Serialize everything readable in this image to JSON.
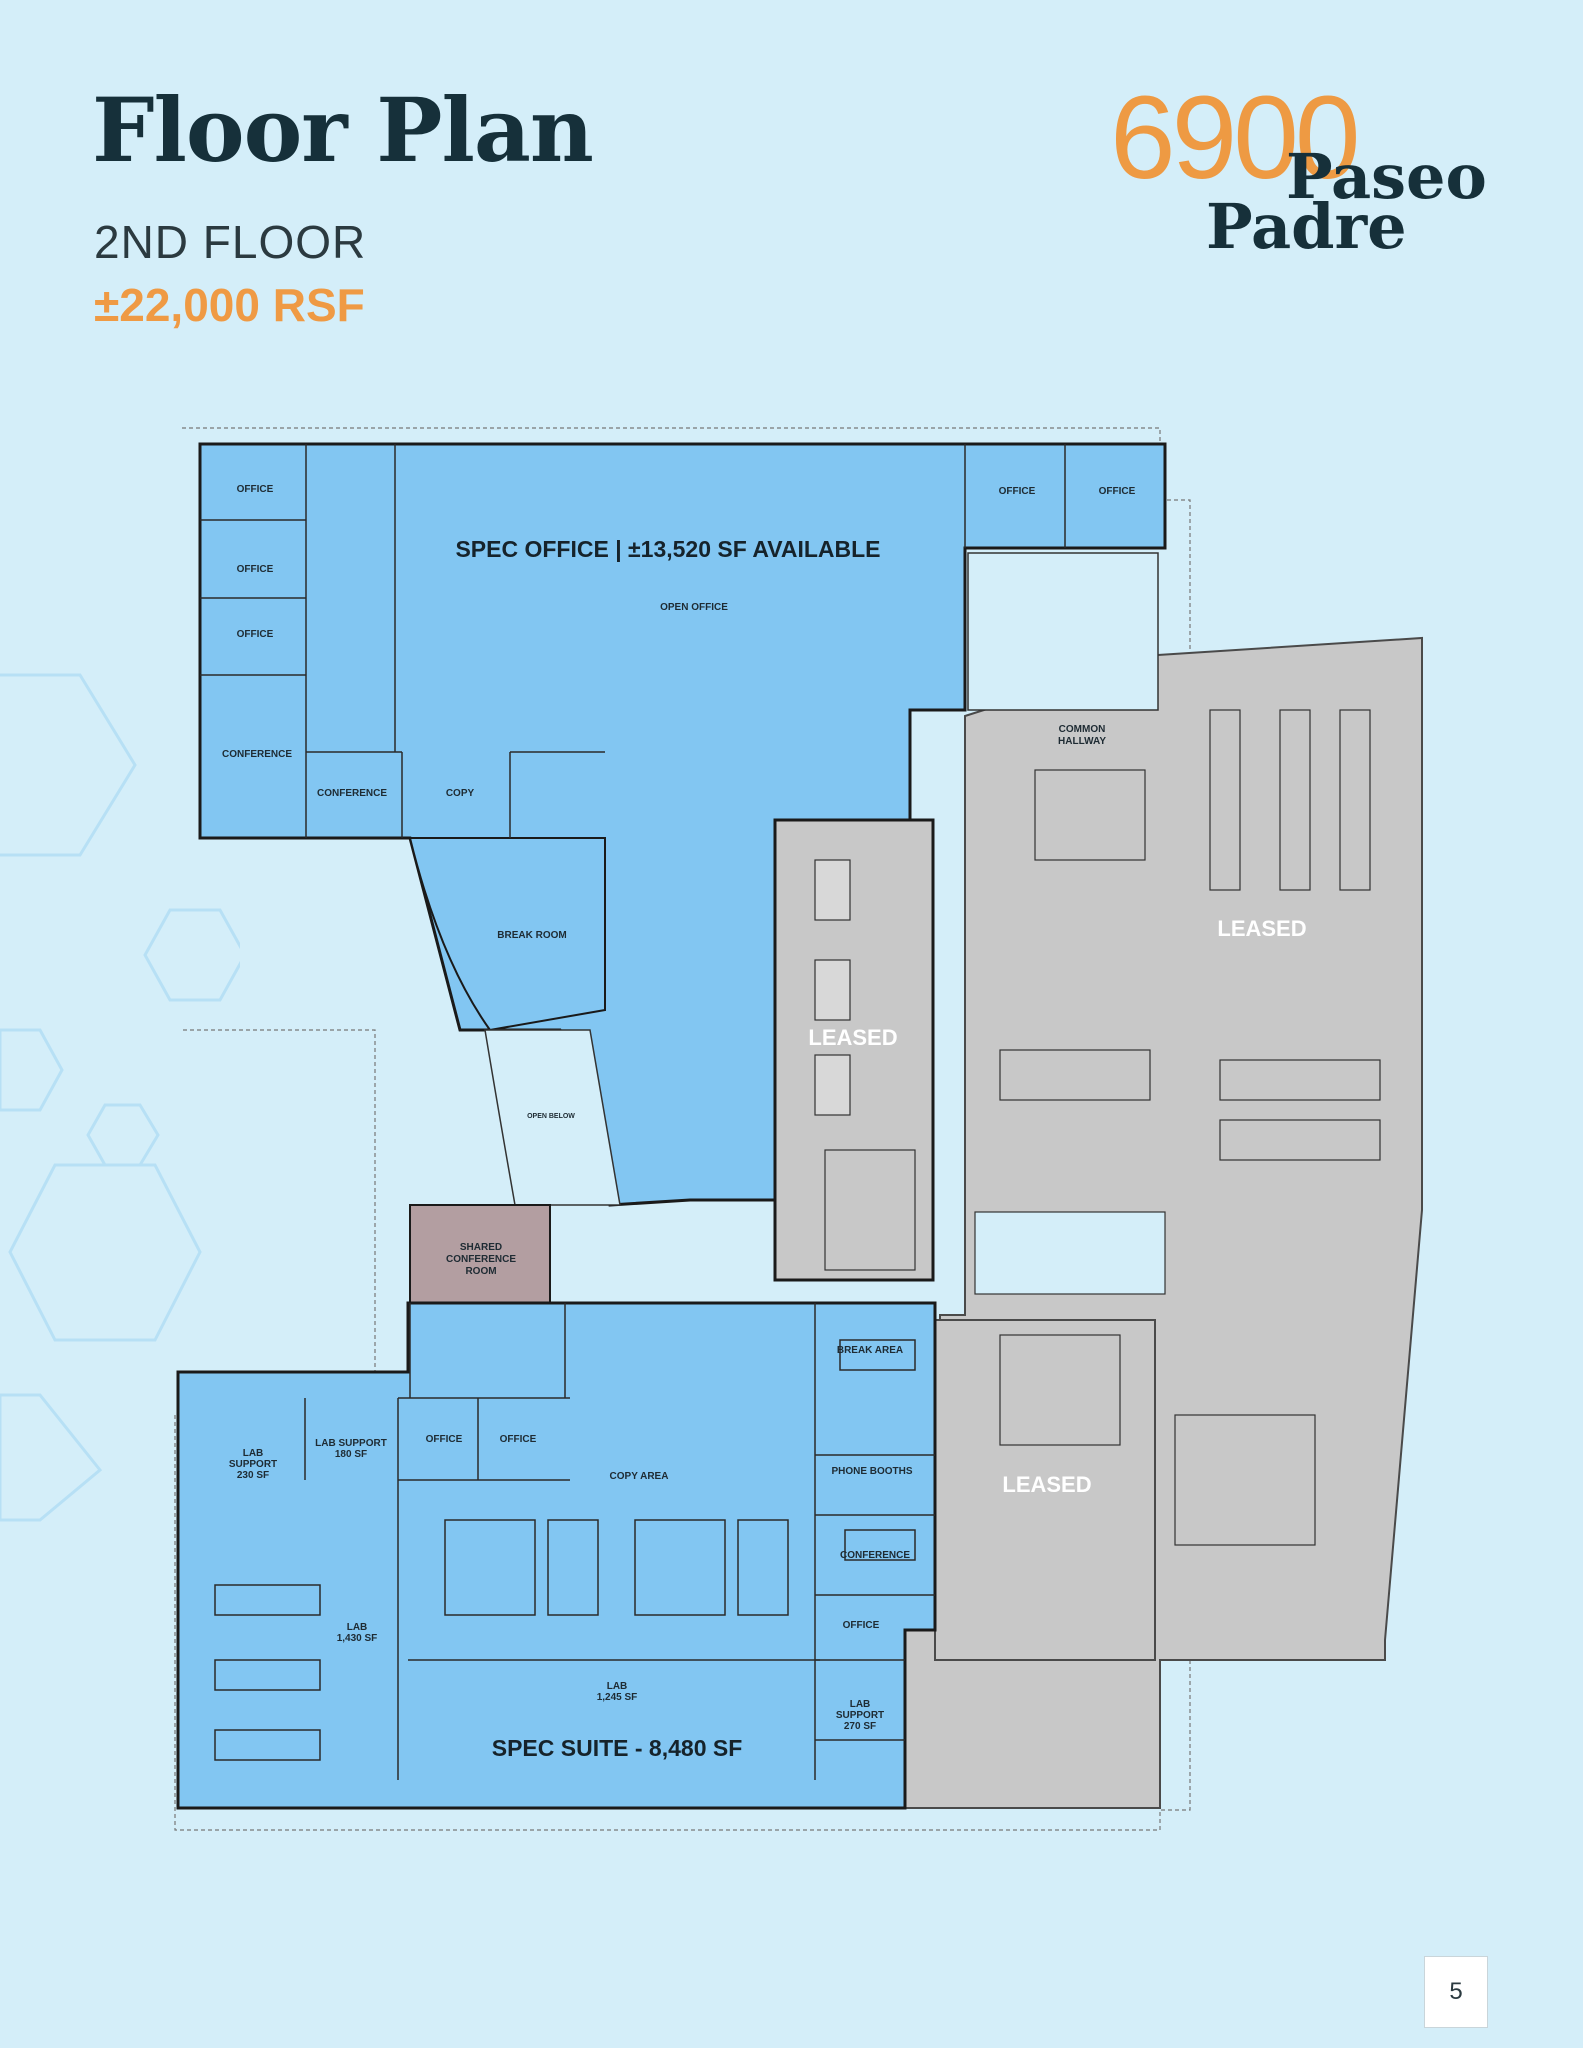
{
  "header": {
    "title": "Floor Plan",
    "floor_name": "2ND FLOOR",
    "rsf": "±22,000 RSF"
  },
  "logo": {
    "number": "6900",
    "word1": "Paseo",
    "word2": "Padre",
    "number_color": "#ee9a43",
    "word_color": "#16303a"
  },
  "plan": {
    "spec_office_label": "SPEC OFFICE | ±13,520 SF AVAILABLE",
    "spec_suite_label": "SPEC SUITE - 8,480 SF",
    "leased_label": "LEASED",
    "open_below": "OPEN BELOW",
    "rooms_top": {
      "office_1": "OFFICE",
      "office_2": "OFFICE",
      "office_3": "OFFICE",
      "office_4": "OFFICE",
      "office_5": "OFFICE",
      "conference_1": "CONFERENCE",
      "conference_2": "CONFERENCE",
      "copy": "COPY",
      "open_office": "OPEN OFFICE",
      "break_room": "BREAK ROOM",
      "common_hallway_1": "COMMON",
      "common_hallway_2": "HALLWAY",
      "shared_conf_1": "SHARED",
      "shared_conf_2": "CONFERENCE",
      "shared_conf_3": "ROOM"
    },
    "rooms_bottom": {
      "lab_support_230_1": "LAB",
      "lab_support_230_2": "SUPPORT",
      "lab_support_230_3": "230 SF",
      "lab_support_180_1": "LAB SUPPORT",
      "lab_support_180_2": "180 SF",
      "office_a": "OFFICE",
      "office_b": "OFFICE",
      "copy_area": "COPY AREA",
      "break_area": "BREAK AREA",
      "phone_booths": "PHONE BOOTHS",
      "conference": "CONFERENCE",
      "office_c": "OFFICE",
      "lab_1430_1": "LAB",
      "lab_1430_2": "1,430 SF",
      "lab_1245_1": "LAB",
      "lab_1245_2": "1,245 SF",
      "lab_support_270_1": "LAB",
      "lab_support_270_2": "SUPPORT",
      "lab_support_270_3": "270 SF"
    },
    "colors": {
      "available": "#82c6f2",
      "leased": "#c8c8c8",
      "shared": "#b39ea1",
      "wall": "#1a1a1a"
    }
  },
  "page_number": "5"
}
